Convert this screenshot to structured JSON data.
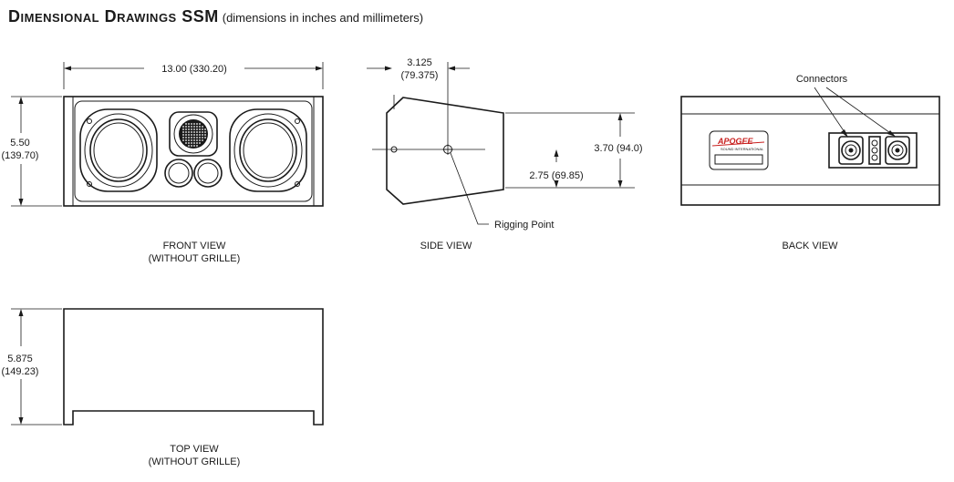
{
  "title": {
    "main": "Dimensional Drawings SSM",
    "sub": "(dimensions in inches and millimeters)"
  },
  "front_view": {
    "width_label": "13.00 (330.20)",
    "height_label_1": "5.50",
    "height_label_2": "(139.70)",
    "caption_1": "FRONT VIEW",
    "caption_2": "(WITHOUT GRILLE)"
  },
  "side_view": {
    "depth_label_1": "3.125",
    "depth_label_2": "(79.375)",
    "height_label": "3.70 (94.0)",
    "offset_label": "2.75 (69.85)",
    "rigging_label": "Rigging Point",
    "caption": "SIDE VIEW"
  },
  "back_view": {
    "connectors_label": "Connectors",
    "logo_text": "APOGEE",
    "logo_sub": "SOUND INTERNATIONAL",
    "caption": "BACK VIEW"
  },
  "top_view": {
    "height_label_1": "5.875",
    "height_label_2": "(149.23)",
    "caption_1": "TOP VIEW",
    "caption_2": "(WITHOUT   GRILLE)"
  },
  "colors": {
    "line": "#1a1a1a",
    "logo_red": "#c8201f"
  }
}
